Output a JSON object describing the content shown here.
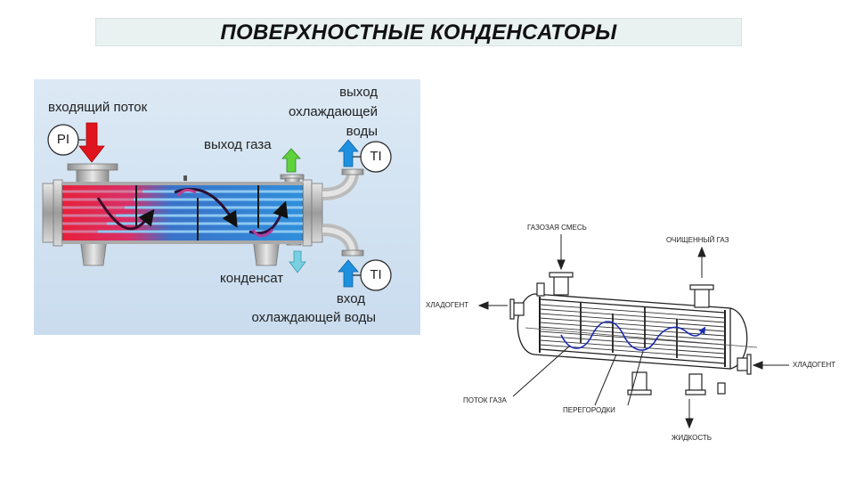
{
  "title": "ПОВЕРХНОСТНЫЕ КОНДЕНСАТОРЫ",
  "left_diagram": {
    "inlet_flow": "входящий поток",
    "pi": "PI",
    "cooling_water_out": [
      "выход",
      "охлаждающей",
      "воды"
    ],
    "gas_out": "выход газа",
    "ti_top": "TI",
    "condensate": "конденсат",
    "ti_bottom": "TI",
    "cooling_water_in": [
      "вход",
      "охлаждающей воды"
    ]
  },
  "right_diagram": {
    "gas_mixture": "ГАЗОЗАЯ СМЕСЬ",
    "clean_gas": "ОЧИЩЕННЫЙ ГАЗ",
    "coolant_left": "ХЛАДОГЕНТ",
    "coolant_right": "ХЛАДОГЕНТ",
    "gas_flow": "ПОТОК ГАЗА",
    "baffles": "ПЕРЕГОРОДКИ",
    "liquid": "ЖИДКОСТЬ"
  }
}
